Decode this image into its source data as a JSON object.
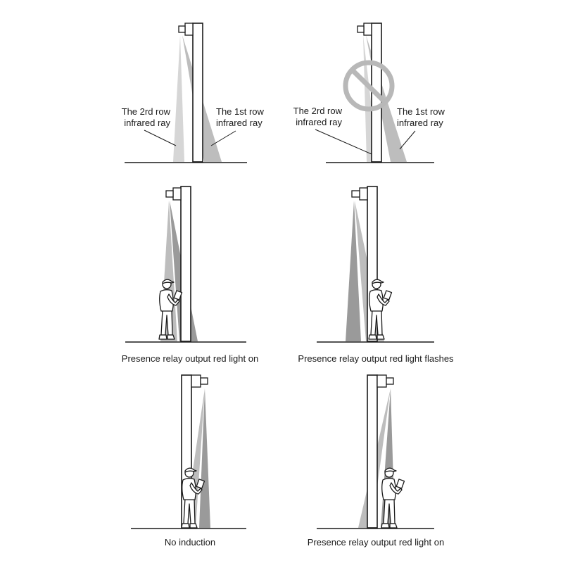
{
  "colors": {
    "ray_light": "#d6d6d6",
    "ray_mid": "#bdbdbd",
    "ray_dark": "#9a9a9a",
    "prohibit": "#b8b8b8",
    "line": "#1a1a1a"
  },
  "labels": {
    "second_row_ray": "The 2rd row\ninfrared ray",
    "first_row_ray": "The 1st row\ninfrared ray"
  },
  "captions": {
    "presence_on_1": "Presence relay output red light on",
    "presence_flash": "Presence relay output red light flashes",
    "no_induction": "No induction",
    "presence_on_2": "Presence relay output red light on"
  },
  "icons": {
    "prohibit": "prohibition-sign-icon",
    "person": "person-with-phone-icon"
  }
}
